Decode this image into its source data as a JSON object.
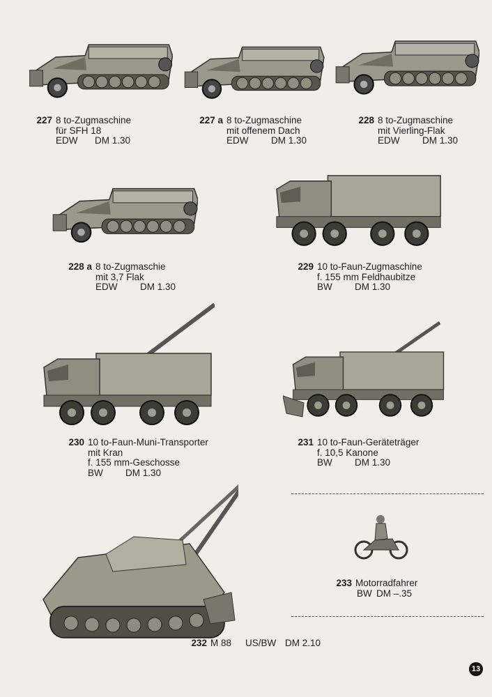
{
  "items": [
    {
      "num": "227",
      "lines": [
        "8 to-Zugmaschine",
        "für SFH 18"
      ],
      "maker": "EDW",
      "price": "DM 1.30"
    },
    {
      "num": "227 a",
      "lines": [
        "8 to-Zugmaschine",
        "mit offenem Dach"
      ],
      "maker": "EDW",
      "price": "DM 1.30"
    },
    {
      "num": "228",
      "lines": [
        "8 to-Zugmaschine",
        "mit Vierling-Flak"
      ],
      "maker": "EDW",
      "price": "DM 1.30"
    },
    {
      "num": "228 a",
      "lines": [
        "8 to-Zugmaschie",
        "mit 3,7 Flak"
      ],
      "maker": "EDW",
      "price": "DM 1.30"
    },
    {
      "num": "229",
      "lines": [
        "10 to-Faun-Zugmaschine",
        "f. 155 mm Feldhaubitze"
      ],
      "maker": "BW",
      "price": "DM 1.30"
    },
    {
      "num": "230",
      "lines": [
        "10 to-Faun-Muni-Transporter",
        "mit Kran",
        "f. 155 mm-Geschosse"
      ],
      "maker": "BW",
      "price": "DM 1.30"
    },
    {
      "num": "231",
      "lines": [
        "10 to-Faun-Geräteträger",
        "f. 10,5 Kanone"
      ],
      "maker": "BW",
      "price": "DM 1.30"
    },
    {
      "num": "232",
      "lines": [
        "M 88"
      ],
      "maker": "US/BW",
      "price": "DM 2.10"
    },
    {
      "num": "233",
      "lines": [
        "Motorradfahrer"
      ],
      "maker": "BW",
      "price": "DM –.35"
    }
  ],
  "page_number": "13"
}
